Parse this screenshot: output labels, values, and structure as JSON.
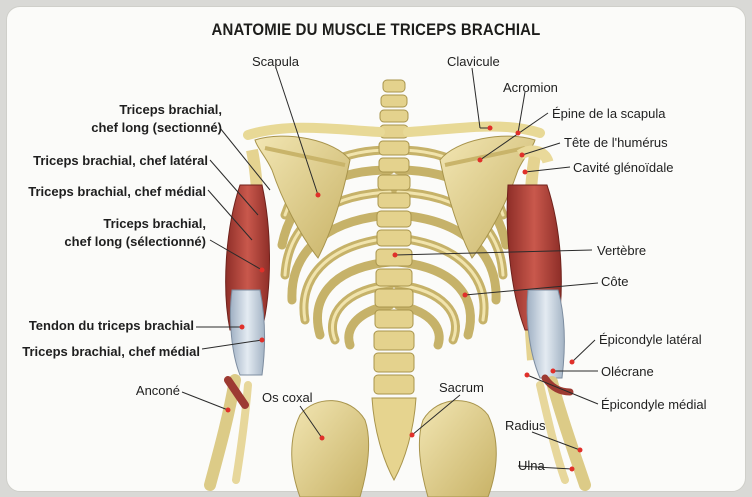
{
  "title": "ANATOMIE DU MUSCLE TRICEPS BRACHIAL",
  "labels_left": {
    "tri_long_sect_1": "Triceps brachial,",
    "tri_long_sect_2": "chef long (sectionné)",
    "tri_lateral": "Triceps brachial, chef latéral",
    "tri_medial": "Triceps brachial, chef médial",
    "tri_long_sel_1": "Triceps brachial,",
    "tri_long_sel_2": "chef long (sélectionné)",
    "tendon": "Tendon du triceps brachial",
    "tri_medial_2": "Triceps brachial, chef médial",
    "ancone": "Anconé"
  },
  "labels_top": {
    "scapula": "Scapula",
    "clavicule": "Clavicule",
    "acromion": "Acromion"
  },
  "labels_right": {
    "epine": "Épine de la scapula",
    "tete": "Tête de l'humérus",
    "cavite": "Cavité glénoïdale",
    "vertebre": "Vertèbre",
    "cote": "Côte",
    "epi_lat": "Épicondyle latéral",
    "olecrane": "Olécrane",
    "epi_med": "Épicondyle médial",
    "radius": "Radius",
    "ulna": "Ulna"
  },
  "labels_bottom": {
    "os_coxal": "Os coxal",
    "sacrum": "Sacrum"
  },
  "colors": {
    "bone": "#eadb9a",
    "bone_shadow": "#b9a55a",
    "muscle": "#b5463c",
    "tendon": "#c9d3de",
    "pointer": "#e0302a"
  }
}
